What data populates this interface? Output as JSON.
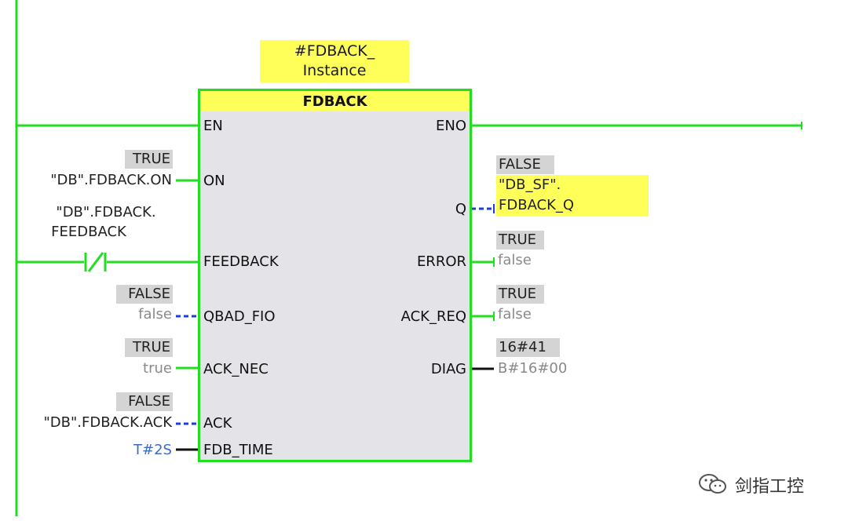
{
  "block": {
    "instance_name": "#FDBACK_ Instance",
    "instance_line1": "#FDBACK_",
    "instance_line2": "Instance",
    "title": "FDBACK",
    "inputs": [
      "EN",
      "ON",
      "FEEDBACK",
      "QBAD_FIO",
      "ACK_NEC",
      "ACK",
      "FDB_TIME"
    ],
    "outputs": [
      "ENO",
      "Q",
      "ERROR",
      "ACK_REQ",
      "DIAG"
    ]
  },
  "input_params": {
    "on": {
      "live": "TRUE",
      "tag": "\"DB\".FDBACK.ON"
    },
    "feedback": {
      "tag_line1": "\"DB\".FDBACK.",
      "tag_line2": "FEEDBACK"
    },
    "qbad_fio": {
      "live": "FALSE",
      "tag": "false"
    },
    "ack_nec": {
      "live": "TRUE",
      "tag": "true"
    },
    "ack": {
      "live": "FALSE",
      "tag": "\"DB\".FDBACK.ACK"
    },
    "fdb_time": {
      "tag": "T#2S"
    }
  },
  "output_params": {
    "q": {
      "live": "FALSE",
      "tag_line1": "\"DB_SF\".",
      "tag_line2": "FDBACK_Q"
    },
    "error": {
      "live": "TRUE",
      "tag": "false"
    },
    "ack_req": {
      "live": "TRUE",
      "tag": "false"
    },
    "diag": {
      "live": "16#41",
      "tag": "B#16#00"
    }
  },
  "watermark": {
    "text": "剑指工控",
    "icon": "wechat-icon"
  },
  "colors": {
    "energized": "#22dd22",
    "unknown": "#1a3fd8",
    "highlight": "#ffff5a",
    "live_bg": "#d4d4d4",
    "block_bg": "#e3e3e8"
  }
}
